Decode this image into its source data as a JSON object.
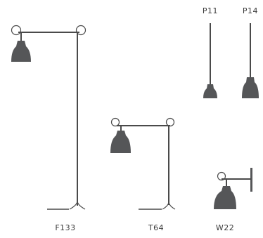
{
  "colors": {
    "lamp": "#555658",
    "line": "#4a4a4a",
    "label": "#3a3a3a",
    "background": "#ffffff"
  },
  "lamps": {
    "f133": {
      "label": "F133",
      "type": "floor-lamp"
    },
    "t64": {
      "label": "T64",
      "type": "table-lamp"
    },
    "w22": {
      "label": "W22",
      "type": "wall-lamp"
    },
    "p11": {
      "label": "P11",
      "type": "pendant-lamp"
    },
    "p14": {
      "label": "P14",
      "type": "pendant-lamp"
    }
  }
}
